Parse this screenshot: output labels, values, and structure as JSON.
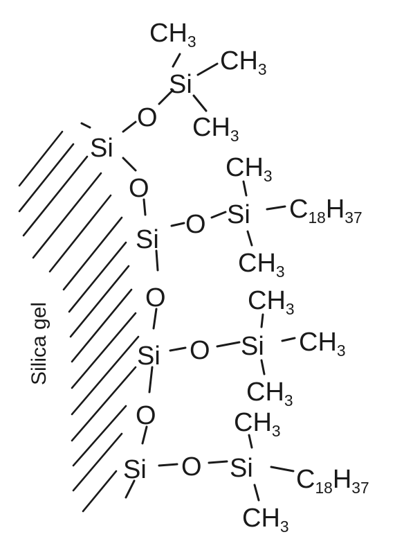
{
  "label": "Silica gel",
  "atoms": {
    "si": "Si",
    "o": "O",
    "ch3": {
      "main": "CH",
      "sub": "3"
    },
    "c18h37": {
      "c": "C",
      "c_sub": "18",
      "h": "H",
      "h_sub": "37"
    }
  },
  "colors": {
    "ink": "#1a1a1a",
    "background": "#ffffff"
  }
}
